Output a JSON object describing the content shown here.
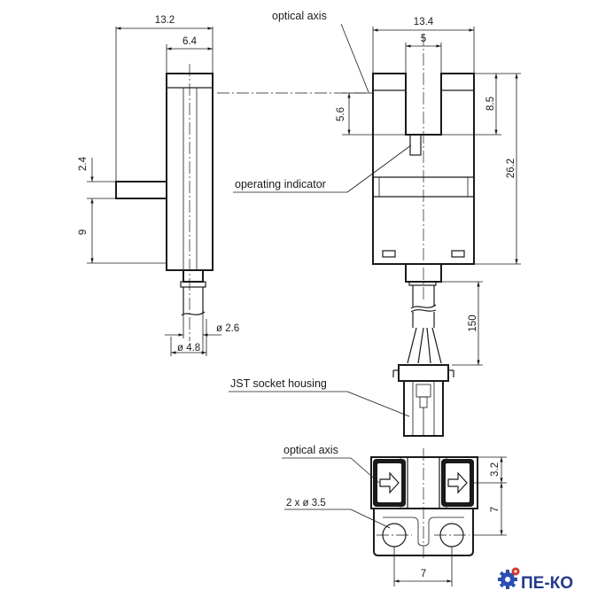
{
  "labels": {
    "optical_axis_top": "optical axis",
    "operating_indicator": "operating indicator",
    "jst_socket_housing": "JST socket housing",
    "optical_axis_bottom": "optical axis",
    "holes": "2 x ø 3.5"
  },
  "dimensions": {
    "side_width": "13.2",
    "side_body": "6.4",
    "tab_thickness": "2.4",
    "tab_height": "9",
    "cable_diameter": "ø 2.6",
    "sleeve_diameter": "ø 4.8",
    "front_width": "13.4",
    "slot_width": "5",
    "axis_offset": "5.6",
    "slot_depth": "8.5",
    "total_height": "26.2",
    "cable_length": "150",
    "bottom_axis": "3.2",
    "bottom_hole_offset": "7",
    "hole_spacing": "7"
  },
  "logo": {
    "text": "ПЕ-КО",
    "colors": {
      "gear_blue": "#2b4fb0",
      "gear_red": "#d03a2a",
      "text": "#233a8c"
    }
  }
}
